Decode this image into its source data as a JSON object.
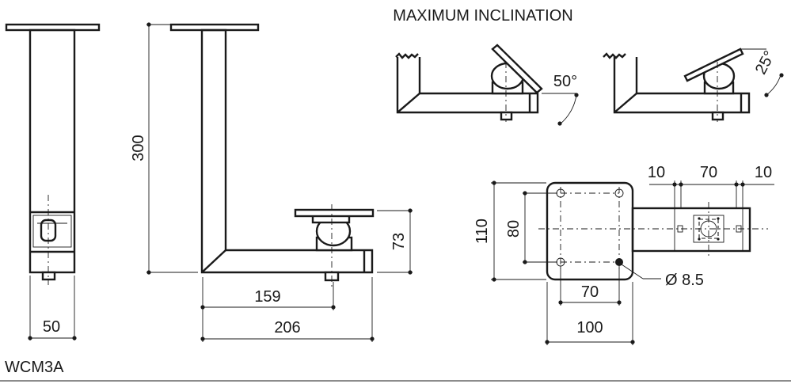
{
  "title": "MAXIMUM INCLINATION",
  "model": "WCM3A",
  "dimensions": {
    "width_front": "50",
    "height": "300",
    "offset_bolt": "159",
    "length": "206",
    "bracket_height": "73",
    "angle_1": "50°",
    "angle_2": "25°",
    "plate_w_total": "110",
    "plate_hole_v": "80",
    "plate_hole_h": "70",
    "plate_w": "100",
    "hole_dia": "Ø 8.5",
    "arm_edge_left": "10",
    "arm_holes": "70",
    "arm_edge_right": "10"
  },
  "colors": {
    "line": "#1a1a1a",
    "background": "#ffffff"
  }
}
